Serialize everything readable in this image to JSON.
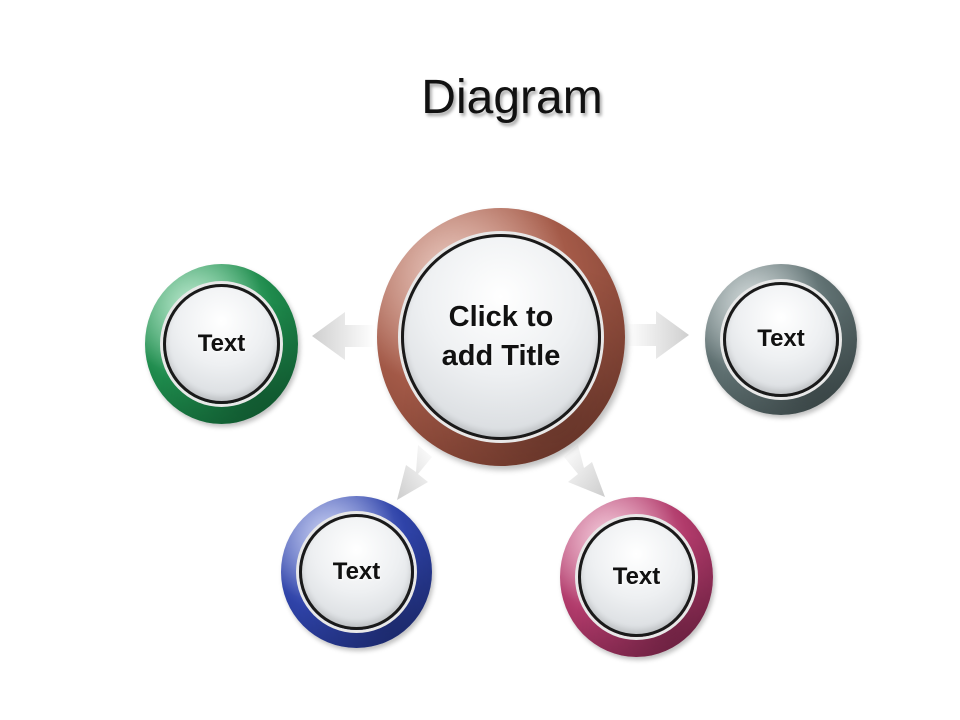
{
  "title": "Diagram",
  "center": {
    "label": "Click to\nadd Title",
    "color": "#9a4a3a"
  },
  "nodes": [
    {
      "id": "left",
      "label": "Text",
      "color": "#1e8a4c"
    },
    {
      "id": "right",
      "label": "Text",
      "color": "#5e6f70"
    },
    {
      "id": "bottom-left",
      "label": "Text",
      "color": "#2f43a8"
    },
    {
      "id": "bottom-right",
      "label": "Text",
      "color": "#b03a6a"
    }
  ],
  "arrow_color": "#d8d8d8"
}
